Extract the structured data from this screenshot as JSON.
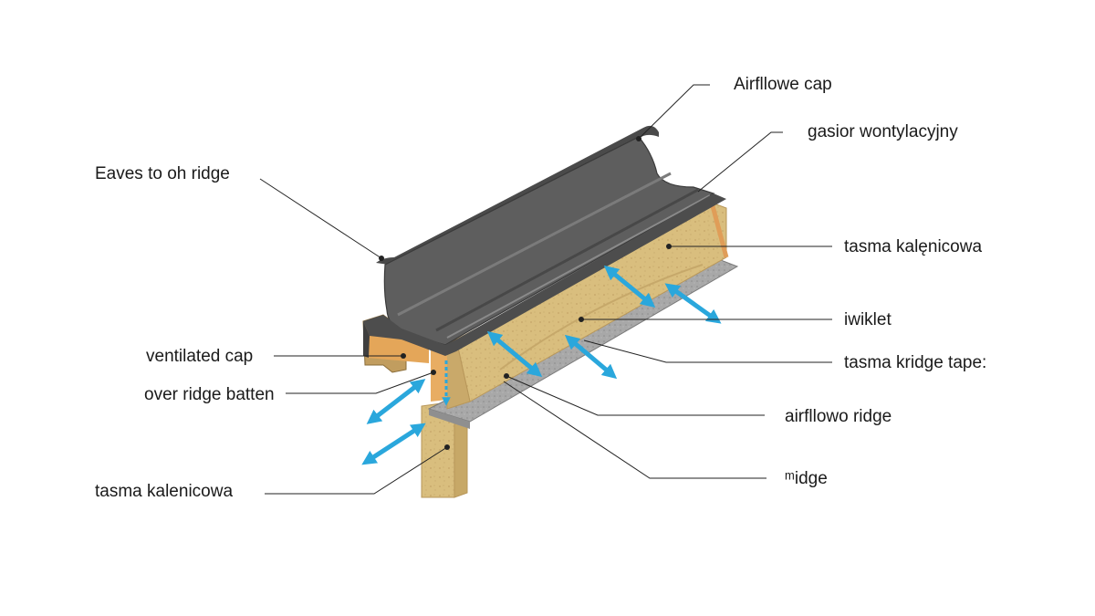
{
  "labels": {
    "airflow_cap": "Airfllowe cap",
    "gasior": "gasior wontylacyjny",
    "eaves": "Eaves to oh ridge",
    "tasma_kalenicowa_right": "tasma kalęnicowa",
    "wiklet": "iwiklet",
    "ventilated_cap": "ventilated cap",
    "tasma_ridge_tape": "tasma kridge tape:",
    "over_ridge_batten": "over ridge batten",
    "airflow_ridge": "airfllowo ridge",
    "ridge": "ᵐidge",
    "tasma_kalenicowa_left": "tasma kalenicowa"
  },
  "colors": {
    "cap": "#5b5b5b",
    "cap_dark": "#3a3a3a",
    "cap_light": "#8a8a8a",
    "wood": "#d9be7e",
    "wood_dark": "#b8975a",
    "seal": "#e0a15a",
    "tape": "#a6a6a6",
    "arrow": "#2aa7dc",
    "leader": "#222222"
  }
}
